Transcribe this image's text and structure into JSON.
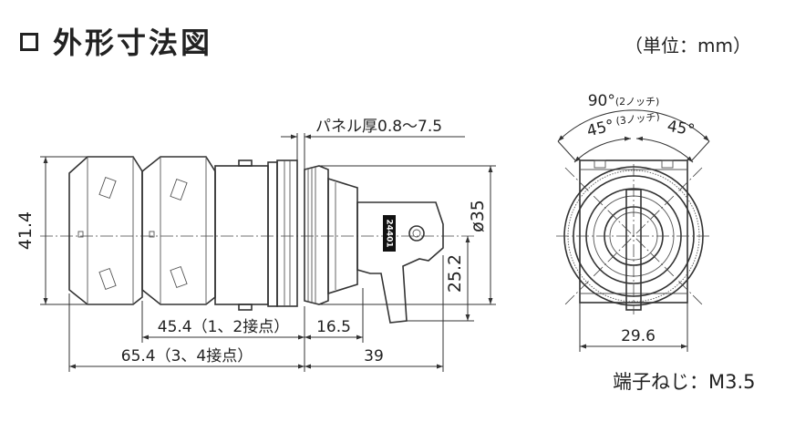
{
  "header": {
    "title": "外形寸法図",
    "unit": "（単位：mm）"
  },
  "side_view": {
    "panel_label": "パネル厚0.8～7.5",
    "height": "41.4",
    "diameter": "ø35",
    "lever_offset": "25.2",
    "depth_12": "45.4（1、2接点）",
    "depth_34": "65.4（3、4接点）",
    "bezel": "16.5",
    "front": "39",
    "lever_mark": "24401"
  },
  "front_view": {
    "angle_total": "90°",
    "angle_total_note": "(2ノッチ)",
    "angle_left": "45°",
    "angle_mid_note": "(3ノッチ)",
    "angle_right": "45°",
    "width": "29.6"
  },
  "footer": {
    "terminal": "端子ねじ：M3.5"
  }
}
